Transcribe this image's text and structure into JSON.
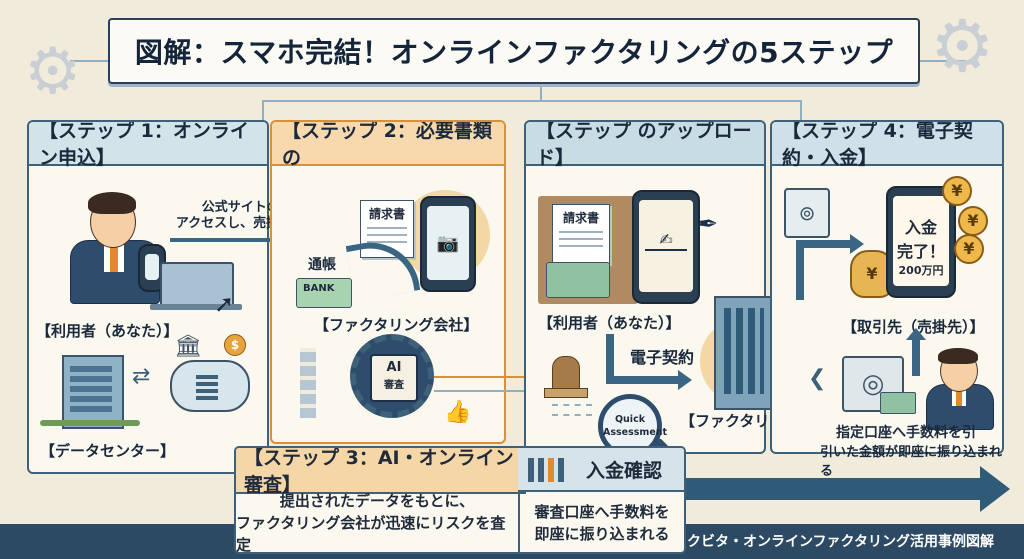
{
  "title": "図解：スマホ完結！オンラインファクタリングの5ステップ",
  "panels": {
    "step1": {
      "header": "【ステップ 1：オンライン申込】",
      "arrow_text_line1": "公式サイトのフォームへ",
      "arrow_text_line2": "アクセスし、売掛金額などを入力",
      "user_label": "【利用者（あなた）】",
      "datacenter_label": "【データセンター】"
    },
    "step2": {
      "header": "【ステップ 2：必要書類の",
      "invoice_label": "請求書",
      "passbook_label": "通帳",
      "bank_card_text": "BANK",
      "company_label": "【ファクタリング会社】",
      "ai_chip_line1": "AI",
      "ai_chip_line2": "審査"
    },
    "step3_upload": {
      "header": "【ステップ のアップロード】",
      "invoice_label": "請求書",
      "user_label": "【利用者（あなた）】",
      "contract_label": "電子契約",
      "magnifier_line1": "Quick",
      "magnifier_line2": "Assessment",
      "company_label": "【ファクタリング会社】"
    },
    "step4": {
      "header": "【ステップ 4：電子契約・入金】",
      "phone_line1": "入金",
      "phone_line2": "完了！",
      "phone_amount": "200万円",
      "client_label": "【取引先（売掛先）】",
      "transfer_line1": "指定口座へ手数料を引",
      "transfer_line2": "引いた金額が即座に振り込まれる"
    }
  },
  "step3_box": {
    "header": "【ステップ 3：AI・オンライン審査】",
    "desc_line1": "提出されたデータをもとに、",
    "desc_line2": "ファクタリング会社が迅速にリスクを査定",
    "side_header": "入金確認",
    "side_desc_line1": "審査口座へ手数料を",
    "side_desc_line2": "即座に振り込まれる"
  },
  "footer": "ファクビタ・オンラインファクタリング活用事例図解",
  "colors": {
    "background": "#f1ebdc",
    "navy": "#2c4a63",
    "accent_orange": "#d8903a"
  }
}
